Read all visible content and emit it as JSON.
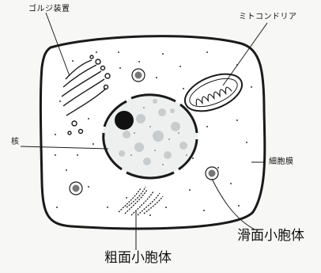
{
  "labels": {
    "golgi": "ゴルジ装置",
    "mitochondria": "ミトコンドリア",
    "nucleus": "核",
    "cell_membrane": "細胞膜",
    "smooth_er": "滑面小胞体",
    "rough_er": "粗面小胞体"
  }
}
